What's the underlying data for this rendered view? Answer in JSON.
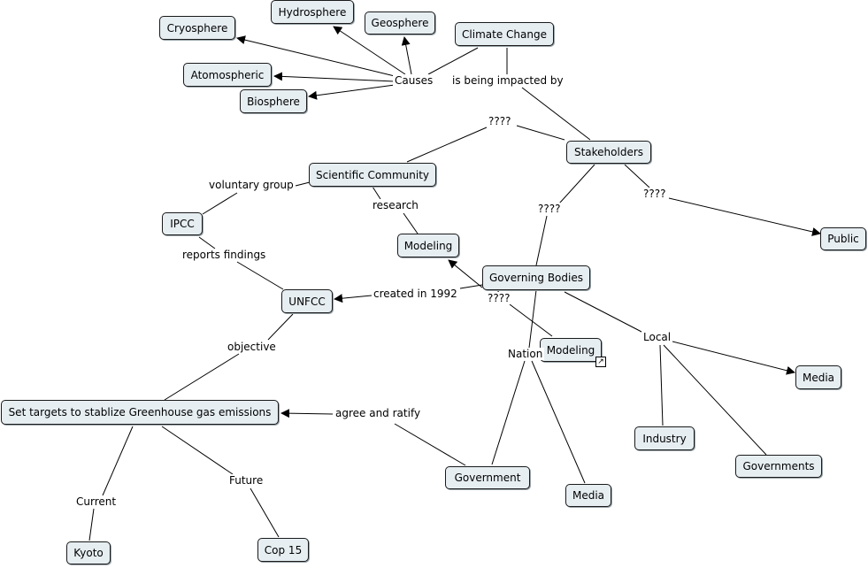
{
  "colors": {
    "node_fill": "#e6eef2",
    "node_border": "#1a1a1a",
    "line": "#000000"
  },
  "nodes": {
    "climate_change": "Climate Change",
    "hydrosphere": "Hydrosphere",
    "geosphere": "Geosphere",
    "cryosphere": "Cryosphere",
    "atmospheric": "Atomospheric",
    "biosphere": "Biosphere",
    "stakeholders": "Stakeholders",
    "scientific_community": "Scientific Community",
    "ipcc": "IPCC",
    "modeling_1": "Modeling",
    "public": "Public",
    "governing_bodies": "Governing Bodies",
    "unfcc": "UNFCC",
    "modeling_2": "Modeling",
    "media_local": "Media",
    "industry": "Industry",
    "governments": "Governments",
    "set_targets": "Set targets to stablize Greenhouse gas emissions",
    "government": "Government",
    "media_national": "Media",
    "kyoto": "Kyoto",
    "cop15": "Cop 15"
  },
  "labels": {
    "causes": "Causes",
    "impacted": "is being impacted by",
    "q_top": "????",
    "voluntary": "voluntary group",
    "research": "research",
    "q_gov": "????",
    "q_public": "????",
    "reports": "reports findings",
    "created": "created in 1992",
    "q_model": "????",
    "national": "Nation",
    "local": "Local",
    "objective": "objective",
    "agree": "agree and ratify",
    "future": "Future",
    "current": "Current"
  },
  "shortcut_icon": "arrow-northeast-icon"
}
